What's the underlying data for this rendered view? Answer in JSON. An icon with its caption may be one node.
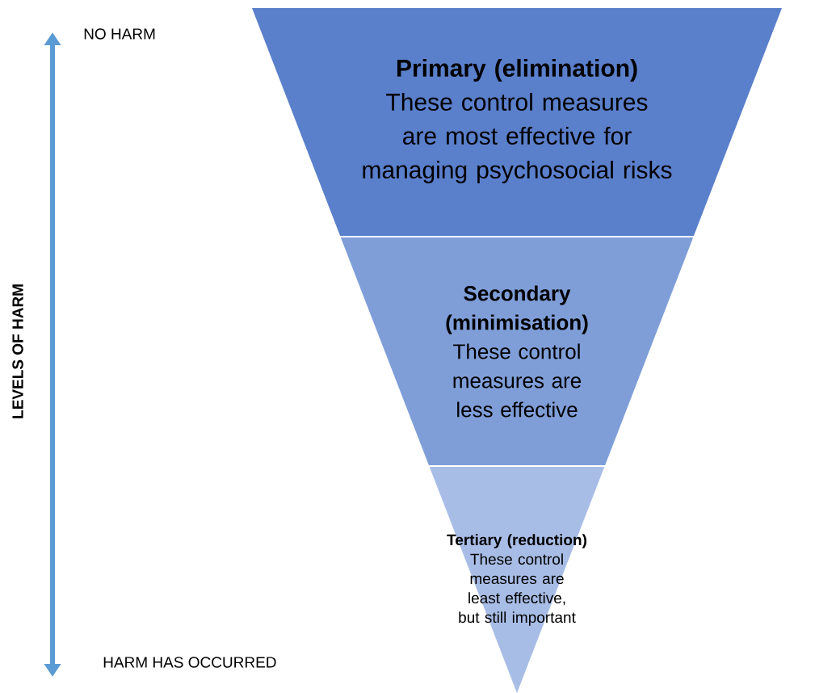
{
  "diagram": {
    "nodes": [
      {
        "text": [
          "Primary (elimination)",
          "These control measures are most effective for managing psychosocial risks"
        ]
      },
      {
        "text": [
          "Secondary (minimisation)",
          "These control measures are less effective"
        ]
      },
      {
        "text": [
          "Tertiary (reduction)",
          "These control measures are least effective, but still important"
        ]
      }
    ],
    "labels": [
      "NO HARM",
      "LEVELS OF HARM",
      "HARM HAS OCCURRED"
    ]
  }
}
